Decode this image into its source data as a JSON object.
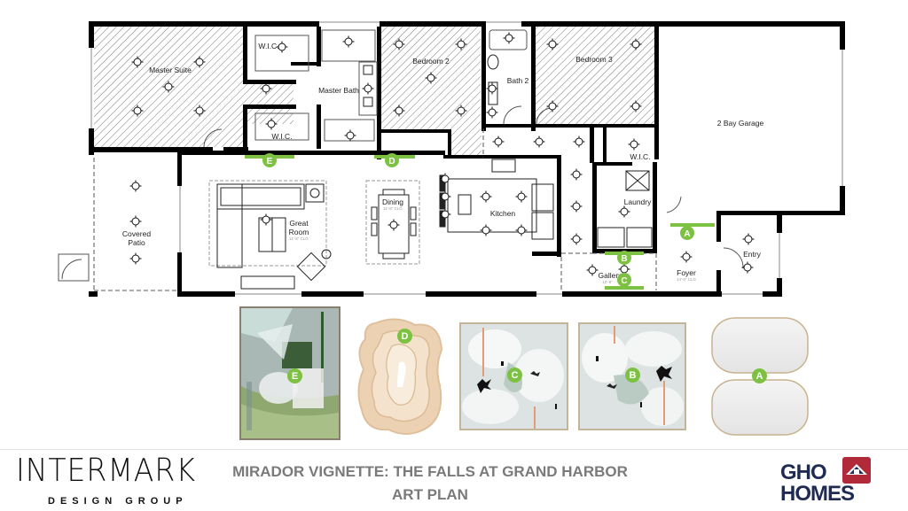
{
  "colors": {
    "badge_green": "#7dc142",
    "wall": "#000000",
    "title_gray": "#7a7a7a",
    "gho_navy": "#1f2b52",
    "gho_red": "#b02a3a"
  },
  "floor_plan": {
    "rooms": [
      {
        "id": "master-suite",
        "label": "Master Suite"
      },
      {
        "id": "wic-1",
        "label": "W.I.C."
      },
      {
        "id": "wic-2",
        "label": "W.I.C."
      },
      {
        "id": "master-bath",
        "label": "Master Bath"
      },
      {
        "id": "bedroom-2",
        "label": "Bedroom 2"
      },
      {
        "id": "bath-2",
        "label": "Bath 2"
      },
      {
        "id": "bedroom-3",
        "label": "Bedroom 3"
      },
      {
        "id": "wic-3",
        "label": "W.I.C."
      },
      {
        "id": "garage",
        "label": "2 Bay Garage"
      },
      {
        "id": "covered-patio",
        "label_line1": "Covered",
        "label_line2": "Patio"
      },
      {
        "id": "great-room",
        "label_line1": "Great",
        "label_line2": "Room",
        "dim": "11'-8\" CLG"
      },
      {
        "id": "dining",
        "label": "Dining",
        "dim": "11'-8\" CLG"
      },
      {
        "id": "kitchen",
        "label": "Kitchen"
      },
      {
        "id": "laundry",
        "label": "Laundry"
      },
      {
        "id": "gallery",
        "label": "Gallery",
        "dim": "10'-8\""
      },
      {
        "id": "foyer",
        "label": "Foyer",
        "dim": "14'-0\" CLG"
      },
      {
        "id": "entry",
        "label": "Entry"
      }
    ],
    "markers": [
      {
        "id": "E",
        "label": "E",
        "location": "Great Room"
      },
      {
        "id": "D",
        "label": "D",
        "location": "Dining"
      },
      {
        "id": "A",
        "label": "A",
        "location": "Foyer"
      },
      {
        "id": "B",
        "label": "B",
        "location": "Gallery"
      },
      {
        "id": "C",
        "label": "C",
        "location": "Gallery"
      }
    ]
  },
  "art_pieces": [
    {
      "marker": "E",
      "type": "abstract-canvas-vertical"
    },
    {
      "marker": "D",
      "type": "sculptural-wood-wall-art"
    },
    {
      "marker": "C",
      "type": "abstract-canvas-square"
    },
    {
      "marker": "B",
      "type": "abstract-canvas-square"
    },
    {
      "marker": "A",
      "type": "pair-of-mirrors"
    }
  ],
  "footer": {
    "left_logo": {
      "main": "INTERMARK",
      "sub": "DESIGN GROUP"
    },
    "title_line1": "MIRADOR VIGNETTE: THE FALLS AT GRAND HARBOR",
    "title_line2": "ART PLAN",
    "right_logo": {
      "line1": "GHO",
      "line2": "HOMES"
    }
  }
}
